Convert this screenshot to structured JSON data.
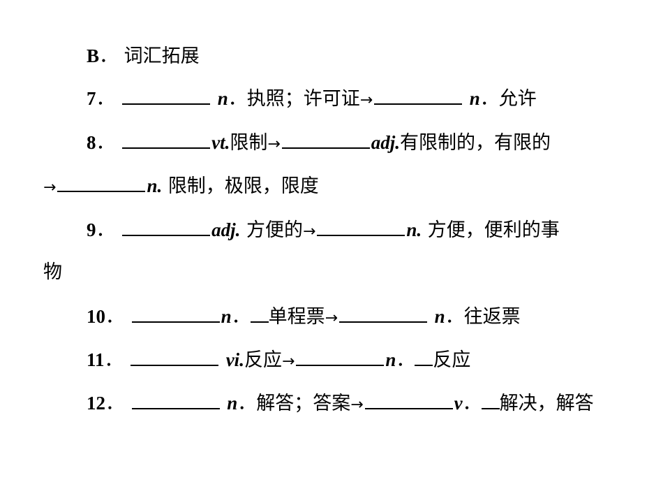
{
  "heading": {
    "label": "B",
    "text": "词汇拓展"
  },
  "items": [
    {
      "num": "7",
      "a_pos": "n",
      "a_mean": "执照；许可证",
      "b_pos": "n",
      "b_mean": "允许"
    },
    {
      "num": "8",
      "a_pos": "vt.",
      "a_mean": "限制",
      "b_pos": "adj.",
      "b_mean": "有限制的，有限的",
      "c_pos": "n.",
      "c_mean": "限制，极限，限度"
    },
    {
      "num": "9",
      "a_pos": "adj.",
      "a_mean": "方便的",
      "b_pos": "n.",
      "b_mean_1": "方便，便利的事",
      "b_mean_2": "物"
    },
    {
      "num": "10",
      "a_pos": "n",
      "a_mean": "单程票",
      "b_pos": "n",
      "b_mean": "往返票"
    },
    {
      "num": "11",
      "a_pos": "vi.",
      "a_mean": "反应",
      "b_pos": "n",
      "b_mean": "反应"
    },
    {
      "num": "12",
      "a_pos": "n",
      "a_mean": "解答；答案",
      "b_pos": "v",
      "b_mean": "解决，解答"
    }
  ],
  "symbols": {
    "arrow": "→",
    "period": "．"
  }
}
